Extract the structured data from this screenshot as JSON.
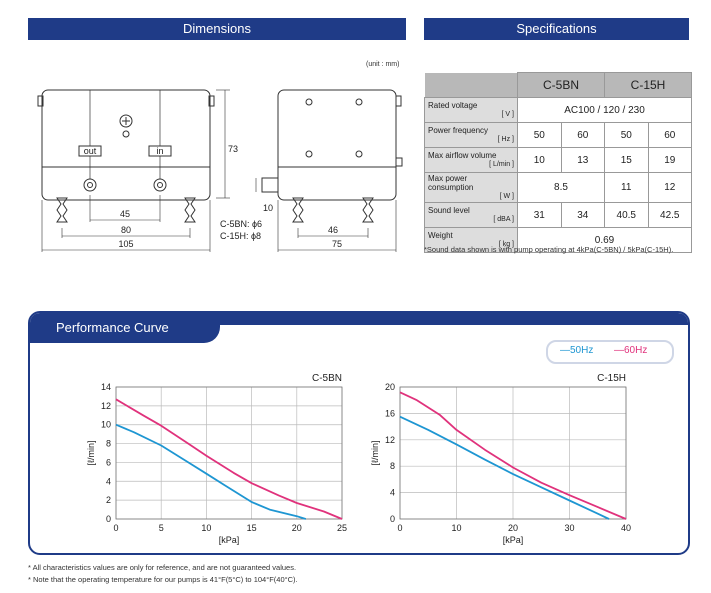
{
  "headers": {
    "dimensions": "Dimensions",
    "specifications": "Specifications"
  },
  "dimensions": {
    "unit_note": "(unit : mm)",
    "port_out": "out",
    "port_in": "in",
    "dim_45": "45",
    "dim_80": "80",
    "dim_105": "105",
    "dim_73": "73",
    "dim_10": "10",
    "dim_46": "46",
    "dim_75": "75",
    "tube_c5bn": "C-5BN: ϕ6",
    "tube_c15h": "C-15H: ϕ8"
  },
  "specs": {
    "models": [
      "C-5BN",
      "C-15H"
    ],
    "rows": {
      "voltage": {
        "label": "Rated voltage",
        "unit": "[ V ]",
        "value": "AC100 / 120 / 230"
      },
      "frequency": {
        "label": "Power frequency",
        "unit": "[ Hz ]",
        "values": [
          "50",
          "60",
          "50",
          "60"
        ]
      },
      "airflow": {
        "label": "Max airflow volume",
        "unit": "[ L/min ]",
        "values": [
          "10",
          "13",
          "15",
          "19"
        ]
      },
      "power": {
        "label": "Max power consumption",
        "unit": "[ W ]",
        "values": [
          "8.5",
          "11",
          "12"
        ]
      },
      "sound": {
        "label": "Sound level",
        "unit": "[ dBA ]",
        "values": [
          "31",
          "34",
          "40.5",
          "42.5"
        ]
      },
      "weight": {
        "label": "Weight",
        "unit": "[ kg ]",
        "value": "0.69"
      }
    },
    "note": "*Sound data shown is with pump operating at 4kPa(C-5BN) / 5kPa(C-15H)."
  },
  "performance": {
    "title": "Performance Curve",
    "legend": {
      "hz50": "50Hz",
      "hz60": "60Hz"
    },
    "colors": {
      "hz50": "#1e96d2",
      "hz60": "#e0327c",
      "frame": "#1f3b87"
    }
  },
  "chart_data": [
    {
      "type": "line",
      "title": "C-5BN",
      "xlabel": "[kPa]",
      "ylabel": "[ℓ/min]",
      "xlim": [
        0,
        25
      ],
      "ylim": [
        0,
        14
      ],
      "xticks": [
        "0",
        "5",
        "10",
        "15",
        "20",
        "25"
      ],
      "yticks": [
        "0",
        "2",
        "4",
        "6",
        "8",
        "10",
        "12",
        "14"
      ],
      "grid": true,
      "series": [
        {
          "name": "50Hz",
          "x": [
            0,
            2,
            5,
            8,
            10,
            12,
            15,
            17,
            20,
            21
          ],
          "y": [
            10,
            9.2,
            7.8,
            6,
            4.8,
            3.6,
            1.8,
            1,
            0.3,
            0
          ]
        },
        {
          "name": "60Hz",
          "x": [
            0,
            3,
            5,
            8,
            10,
            13,
            15,
            18,
            20,
            23,
            25
          ],
          "y": [
            12.7,
            11,
            9.9,
            8,
            6.7,
            4.9,
            3.8,
            2.5,
            1.7,
            0.8,
            0
          ]
        }
      ]
    },
    {
      "type": "line",
      "title": "C-15H",
      "xlabel": "[kPa]",
      "ylabel": "[ℓ/min]",
      "xlim": [
        0,
        40
      ],
      "ylim": [
        0,
        20
      ],
      "xticks": [
        "0",
        "10",
        "20",
        "30",
        "40"
      ],
      "yticks": [
        "0",
        "4",
        "8",
        "12",
        "16",
        "20"
      ],
      "grid": true,
      "series": [
        {
          "name": "50Hz",
          "x": [
            0,
            5,
            10,
            15,
            20,
            25,
            30,
            35,
            37
          ],
          "y": [
            15.5,
            13.5,
            11.3,
            9,
            6.8,
            4.8,
            2.8,
            0.8,
            0
          ]
        },
        {
          "name": "60Hz",
          "x": [
            0,
            3,
            7,
            10,
            15,
            20,
            25,
            30,
            35,
            40
          ],
          "y": [
            19.2,
            18,
            15.8,
            13.5,
            10.5,
            7.8,
            5.5,
            3.6,
            1.8,
            0
          ]
        }
      ]
    }
  ],
  "footnotes": [
    "* All characteristics values are only for reference, and are not guaranteed values.",
    "* Note that the operating temperature for our pumps is 41°F(5°C) to 104°F(40°C)."
  ]
}
